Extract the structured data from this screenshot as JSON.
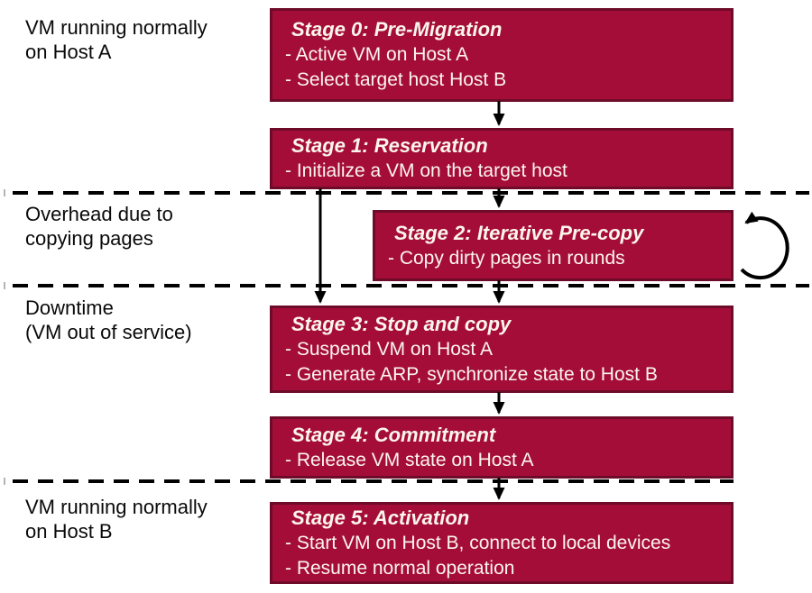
{
  "colors": {
    "background": "#FFFFFF",
    "stage_box_fill": "#A50D39",
    "stage_box_border": "#6E0B29",
    "stage_box_text": "#FBF6EC",
    "side_label_text": "#0A0A0A",
    "arrow_and_divider": "#000000"
  },
  "side_labels": [
    {
      "lines": [
        "VM running normally",
        "on Host A"
      ]
    },
    {
      "lines": [
        "Overhead due to",
        "copying pages"
      ]
    },
    {
      "lines": [
        "Downtime",
        "(VM out of service)"
      ]
    },
    {
      "lines": [
        "VM running normally",
        "on Host B"
      ]
    }
  ],
  "stages": [
    {
      "title": "Stage 0: Pre-Migration",
      "bullets": [
        "- Active VM on Host A",
        "- Select target host Host B"
      ]
    },
    {
      "title": "Stage 1: Reservation",
      "bullets": [
        "- Initialize a VM on the target host"
      ]
    },
    {
      "title": "Stage 2: Iterative Pre-copy",
      "bullets": [
        "- Copy dirty pages in rounds"
      ]
    },
    {
      "title": "Stage 3: Stop and copy",
      "bullets": [
        "- Suspend VM on Host A",
        "- Generate ARP, synchronize state to Host B"
      ]
    },
    {
      "title": "Stage 4: Commitment",
      "bullets": [
        "- Release VM state on Host A"
      ]
    },
    {
      "title": "Stage 5: Activation",
      "bullets": [
        "- Start VM on Host B, connect to local devices",
        "- Resume normal operation"
      ]
    }
  ]
}
